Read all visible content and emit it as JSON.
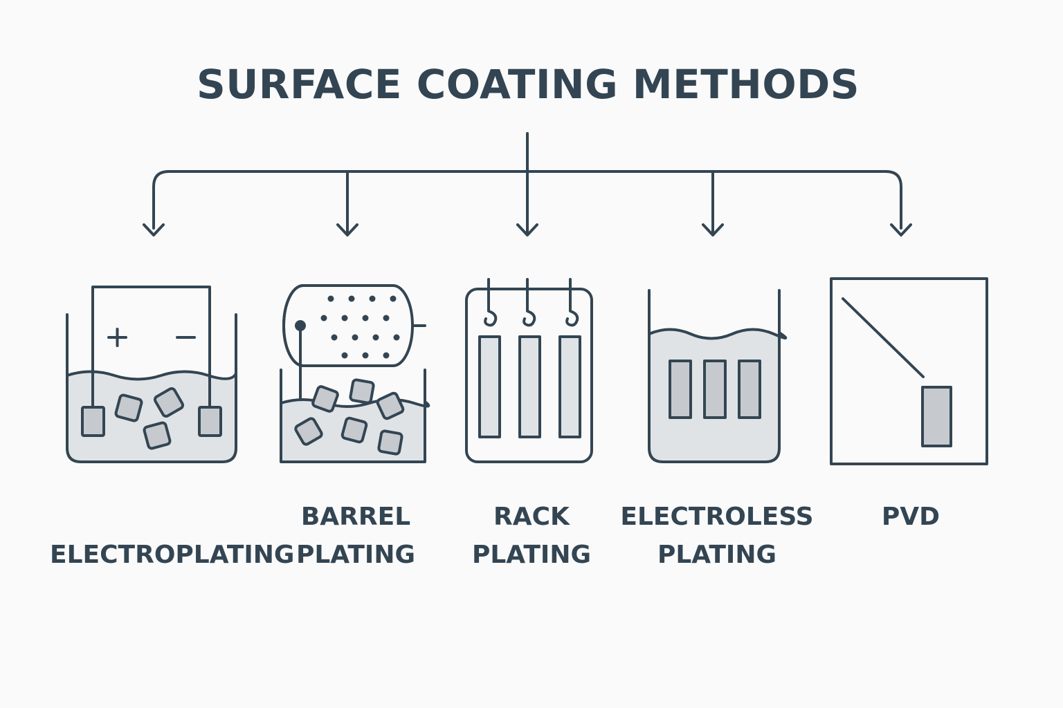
{
  "diagram": {
    "title": "SURFACE COATING METHODS",
    "methods": [
      {
        "id": "electroplating",
        "line1": "",
        "line2": "ELECTROPLATING",
        "icon": "electroplating-tank-icon"
      },
      {
        "id": "barrel",
        "line1": "BARREL",
        "line2": "PLATING",
        "icon": "barrel-plating-icon"
      },
      {
        "id": "rack",
        "line1": "RACK",
        "line2": "PLATING",
        "icon": "rack-plating-icon"
      },
      {
        "id": "electroless",
        "line1": "ELECTROLESS",
        "line2": "PLATING",
        "icon": "electroless-tank-icon"
      },
      {
        "id": "pvd",
        "line1": "PVD",
        "line2": "",
        "icon": "pvd-chamber-icon"
      }
    ],
    "electroplating_icon": {
      "anode_symbol": "+",
      "cathode_symbol": "−"
    }
  },
  "colors": {
    "stroke": "#334552",
    "fill": "#e0e3e6",
    "part_fill": "#c6cacf",
    "background": "#fafafa"
  }
}
